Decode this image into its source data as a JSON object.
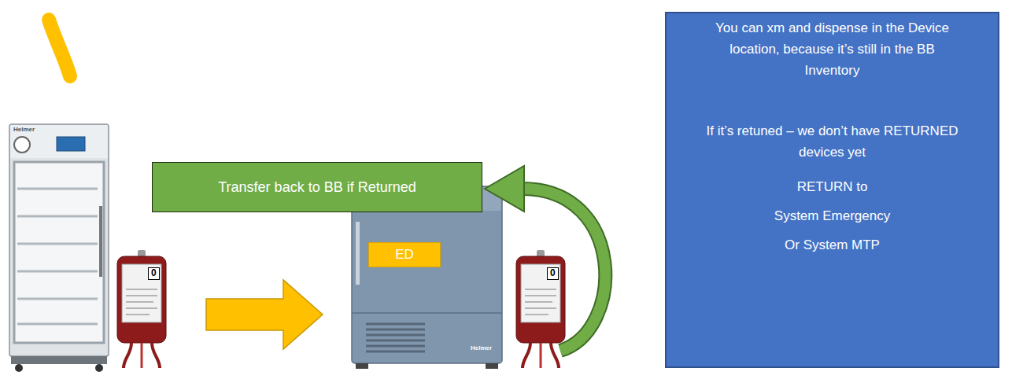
{
  "diagram": {
    "nodes": [
      {
        "text": [
          "Transfer back to BB if Returned"
        ]
      },
      {
        "text": [
          "ED"
        ]
      },
      {
        "text": [
          "You can xm and dispense in the Device location, because it’s still in the BB Inventory",
          "If it’s retuned – we don’t have RETURNED devices yet",
          "RETURN to",
          "System Emergency",
          "Or System MTP"
        ]
      }
    ],
    "labels": [
      "Helmer",
      "0",
      "Helmer",
      "0"
    ]
  }
}
